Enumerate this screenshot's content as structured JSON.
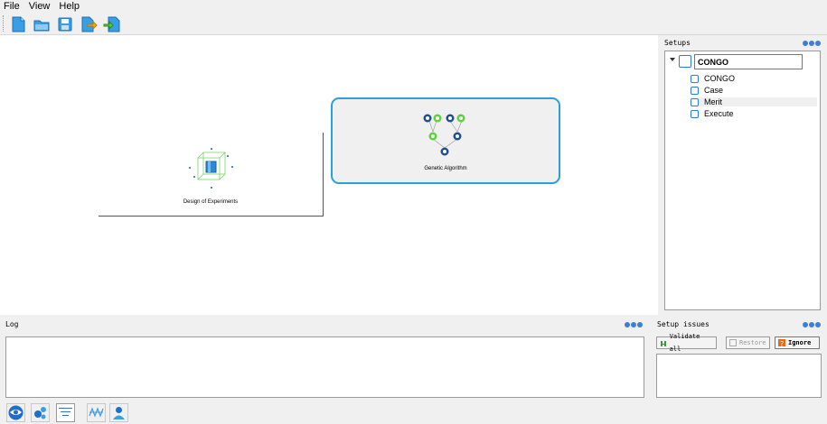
{
  "menu": {
    "file": "File",
    "view": "View",
    "help": "Help"
  },
  "toolbar": {
    "icons": [
      "new-file-icon",
      "open-folder-icon",
      "save-icon",
      "export-icon",
      "import-icon"
    ]
  },
  "canvas": {
    "nodes": {
      "doe": {
        "label": "Design of Experiments"
      },
      "ga": {
        "label": "Genetic Algorithm"
      }
    }
  },
  "setups": {
    "title": "Setups",
    "root": "CONGO",
    "items": [
      "CONGO",
      "Case",
      "Merit",
      "Execute"
    ]
  },
  "log": {
    "title": "Log"
  },
  "issues": {
    "title": "Setup issues",
    "validate_label": "Validate all",
    "restore_label": "Restore",
    "ignore_label": "Ignore"
  },
  "colors": {
    "accent": "#2a9fd8",
    "green": "#5bd33a",
    "navy": "#1f4f8f"
  }
}
